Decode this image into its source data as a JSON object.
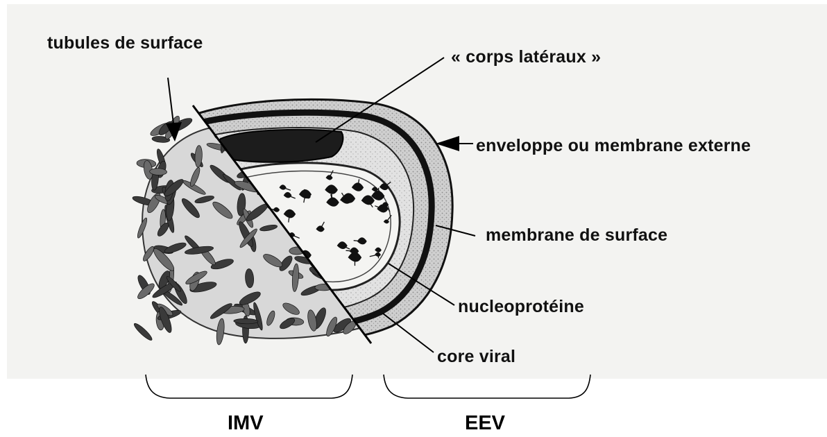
{
  "labels": {
    "surface_tubules": "tubules de surface",
    "lateral_bodies": "« corps latéraux »",
    "envelope": "enveloppe ou membrane externe",
    "surface_membrane": "membrane de surface",
    "nucleoprotein": "nucleoprotéine",
    "viral_core": "core viral"
  },
  "groups": {
    "imv": "IMV",
    "eev": "EEV"
  },
  "colors": {
    "paper": "#f3f3f1",
    "ink": "#111111",
    "stipple": "#b9b9b9",
    "tubule": "#3a3a3a",
    "membrane_dark": "#1a1a1a"
  }
}
